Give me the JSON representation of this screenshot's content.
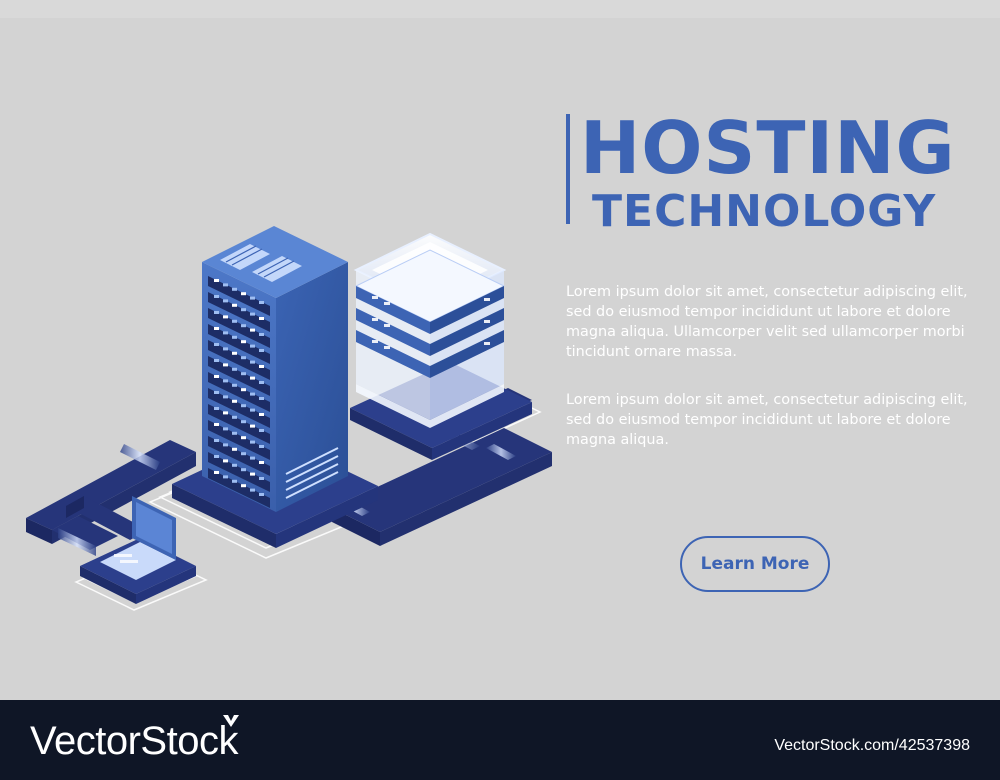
{
  "hero": {
    "title_line1": "HOSTING",
    "title_line2": "TECHNOLOGY",
    "paragraph1": "Lorem ipsum dolor sit amet, consectetur adipiscing elit, sed do eiusmod tempor incididunt ut labore et dolore magna aliqua. Ullamcorper velit sed ullamcorper morbi tincidunt ornare massa.",
    "paragraph2": "Lorem ipsum dolor sit amet, consectetur adipiscing elit, sed do eiusmod tempor incididunt ut labore et dolore magna aliqua.",
    "cta_label": "Learn More"
  },
  "illustration": {
    "icons": [
      "server-rack-icon",
      "database-stack-icon",
      "laptop-icon",
      "network-cable-icon"
    ]
  },
  "footer": {
    "brand": "VectorStock",
    "url": "VectorStock.com/42537398"
  },
  "colors": {
    "accent": "#3d64b4",
    "background": "#d3d3d3",
    "footer_bg": "#0f1626",
    "text_light": "#ffffff"
  }
}
